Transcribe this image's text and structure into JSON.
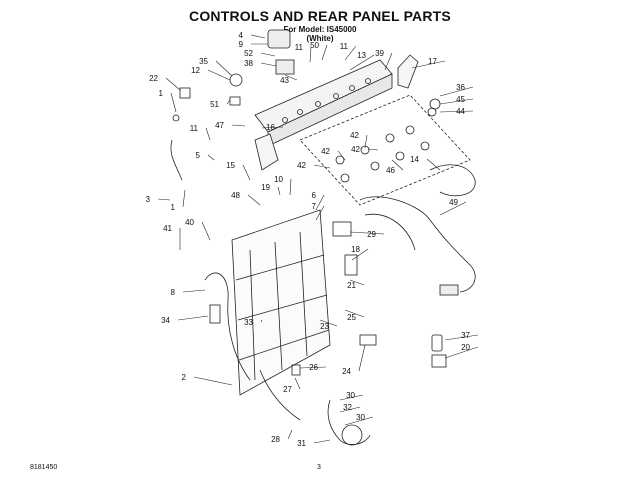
{
  "header": {
    "title": "CONTROLS AND REAR PANEL PARTS",
    "model_line": "For Model: IS45000",
    "color_line": "(White)"
  },
  "footer": {
    "doc_number": "8181450",
    "page_number": "3"
  },
  "callouts": [
    "4",
    "9",
    "52",
    "38",
    "35",
    "12",
    "22",
    "1",
    "51",
    "47",
    "11",
    "5",
    "15",
    "19",
    "10",
    "48",
    "3",
    "1",
    "40",
    "41",
    "8",
    "34",
    "2",
    "33",
    "50",
    "11",
    "11",
    "13",
    "39",
    "43",
    "16",
    "17",
    "36",
    "45",
    "44",
    "42",
    "42",
    "42",
    "42",
    "46",
    "14",
    "49",
    "6",
    "7",
    "29",
    "18",
    "21",
    "25",
    "23",
    "24",
    "37",
    "20",
    "26",
    "27",
    "30",
    "32",
    "30",
    "28",
    "31"
  ]
}
